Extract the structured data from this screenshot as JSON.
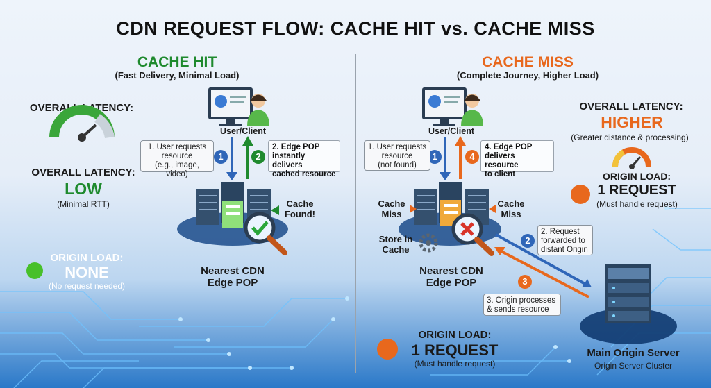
{
  "title": "CDN REQUEST FLOW: CACHE HIT vs. CACHE MISS",
  "colors": {
    "hit": "#1f8a2e",
    "miss": "#e8681d",
    "step_blue": "#2f66b8",
    "green_dot": "#48c02a",
    "orange_dot": "#e8681d"
  },
  "hit": {
    "heading": "CACHE HIT",
    "subheading": "(Fast Delivery, Minimal Load)",
    "latency_label_top": "OVERALL LATENCY:",
    "latency_label": "OVERALL LATENCY:",
    "latency_value": "LOW",
    "latency_note": "(Minimal RTT)",
    "user_label": "User/Client",
    "step1_num": "1",
    "step1_text": [
      "1. User requests",
      "resource",
      "(e.g., image, video)"
    ],
    "step2_num": "2",
    "step2_text": [
      "2. Edge POP",
      "instantly delivers",
      "cached resource"
    ],
    "cache_status": [
      "Cache",
      "Found!"
    ],
    "node_label": [
      "Nearest CDN",
      "Edge POP"
    ],
    "origin_load_label": "ORIGIN LOAD:",
    "origin_load_value": "NONE",
    "origin_load_note": "(No request needed)"
  },
  "miss": {
    "heading": "CACHE MISS",
    "subheading": "(Complete Journey, Higher Load)",
    "user_label": "User/Client",
    "step1_num": "1",
    "step1_text": [
      "1. User requests",
      "resource",
      "(not found)"
    ],
    "step4_num": "4",
    "step4_text": [
      "4. Edge POP",
      "delivers resource",
      "to client"
    ],
    "latency_label": "OVERALL LATENCY:",
    "latency_value": "HIGHER",
    "latency_note": "(Greater distance & processing)",
    "origin_load_label_right": "ORIGIN LOAD:",
    "origin_load_value_right": "1 REQUEST",
    "origin_load_note_right": "(Must handle request)",
    "cache_miss_left": [
      "Cache",
      "Miss"
    ],
    "cache_miss_right": [
      "Cache",
      "Miss"
    ],
    "store_label": [
      "Store in",
      "Cache"
    ],
    "node_label": [
      "Nearest CDN",
      "Edge POP"
    ],
    "step2_num": "2",
    "step2_text": [
      "2. Request",
      "forwarded to",
      "distant Origin"
    ],
    "step3_num": "3",
    "step3_text": [
      "3. Origin processes",
      "& sends resource"
    ],
    "origin_load_label": "ORIGIN LOAD:",
    "origin_load_value": "1 REQUEST",
    "origin_load_note": "(Must handle request)",
    "origin_title": "Main Origin Server",
    "origin_subtitle": "Origin Server Cluster"
  }
}
